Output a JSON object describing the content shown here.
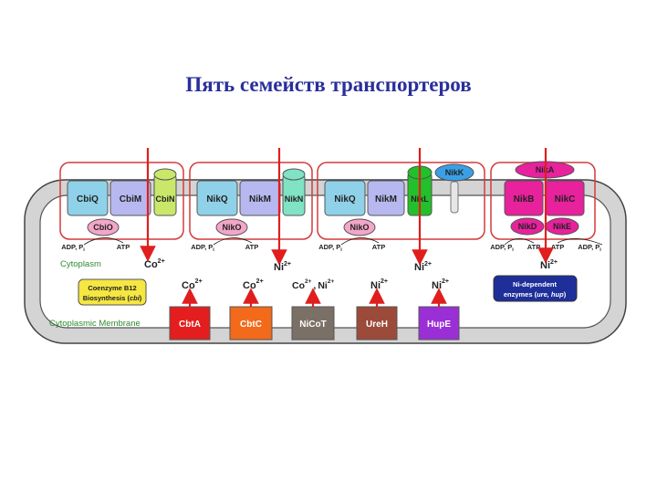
{
  "slide": {
    "title": "Пять семейств транспортеров"
  },
  "colors": {
    "cbi_q": "#8fd1e8",
    "cbi_m": "#b8b8f0",
    "cbi_n": "#c9e86a",
    "cbi_o": "#f3a6c8",
    "nik_q": "#8fd1e8",
    "nik_m": "#b8b8f0",
    "nik_n": "#7fe3c4",
    "nik_o": "#f3a6c8",
    "nik_l": "#22c02a",
    "nik_k": "#3aa0e6",
    "nikabcde": "#e8219c",
    "cbta": "#e41e1e",
    "cbtc": "#f26a1a",
    "nicot": "#7b7066",
    "ureh": "#9c4a3a",
    "hupe": "#9b2fd6",
    "arrow": "#e01e1e",
    "membrane": "#d4d4d4",
    "box_border": "#d33b3b",
    "coenzyme_box": "#f5e642",
    "ni_enzyme_box": "#1e2f9a"
  },
  "diagram": {
    "abc_systems": [
      {
        "q": "CbiQ",
        "m": "CbiM",
        "n": "CbiN",
        "o": "CbiO",
        "adp": "ADP, P",
        "adp_sub": "i",
        "atp": "ATP",
        "ion": "Co",
        "charge": "2+"
      },
      {
        "q": "NikQ",
        "m": "NikM",
        "n": "NikN",
        "o": "NikO",
        "adp": "ADP, P",
        "adp_sub": "i",
        "atp": "ATP",
        "ion": "Ni",
        "charge": "2+"
      },
      {
        "q": "NikQ",
        "m": "NikM",
        "l": "NikL",
        "k": "NikK",
        "o": "NikO",
        "adp": "ADP, P",
        "adp_sub": "i",
        "atp": "ATP",
        "ion": "Ni",
        "charge": "2+"
      }
    ],
    "nik_system": {
      "a": "NikA",
      "b": "NikB",
      "c": "NikC",
      "d": "NikD",
      "e": "NikE",
      "adp_left": "ADP, P",
      "adp_sub": "i",
      "atp_left": "ATP",
      "atp_right": "ATP",
      "adp_right": "ADP, P",
      "ion": "Ni",
      "charge": "2+"
    },
    "cytoplasm_label": "Cytoplasm",
    "membrane_label": "Cytoplasmic Membrane",
    "coenzyme_box": {
      "line1": "Coenzyme B12",
      "line2_prefix": "Biosynthesis (",
      "line2_italic": "cbi",
      "line2_suffix": ")"
    },
    "ni_enzyme_box": {
      "line1": "Ni-dependent",
      "line2_prefix": "enzymes (",
      "line2_italic": "ure, hup",
      "line2_suffix": ")"
    },
    "channels": [
      {
        "name": "CbtA",
        "ion": "Co",
        "charge": "2+"
      },
      {
        "name": "CbtC",
        "ion": "Co",
        "charge": "2+"
      },
      {
        "name": "NiCoT",
        "ion": "Co",
        "charge": "2+",
        "ion2": "Ni",
        "charge2": "2+"
      },
      {
        "name": "UreH",
        "ion": "Ni",
        "charge": "2+"
      },
      {
        "name": "HupE",
        "ion": "Ni",
        "charge": "2+"
      }
    ]
  }
}
